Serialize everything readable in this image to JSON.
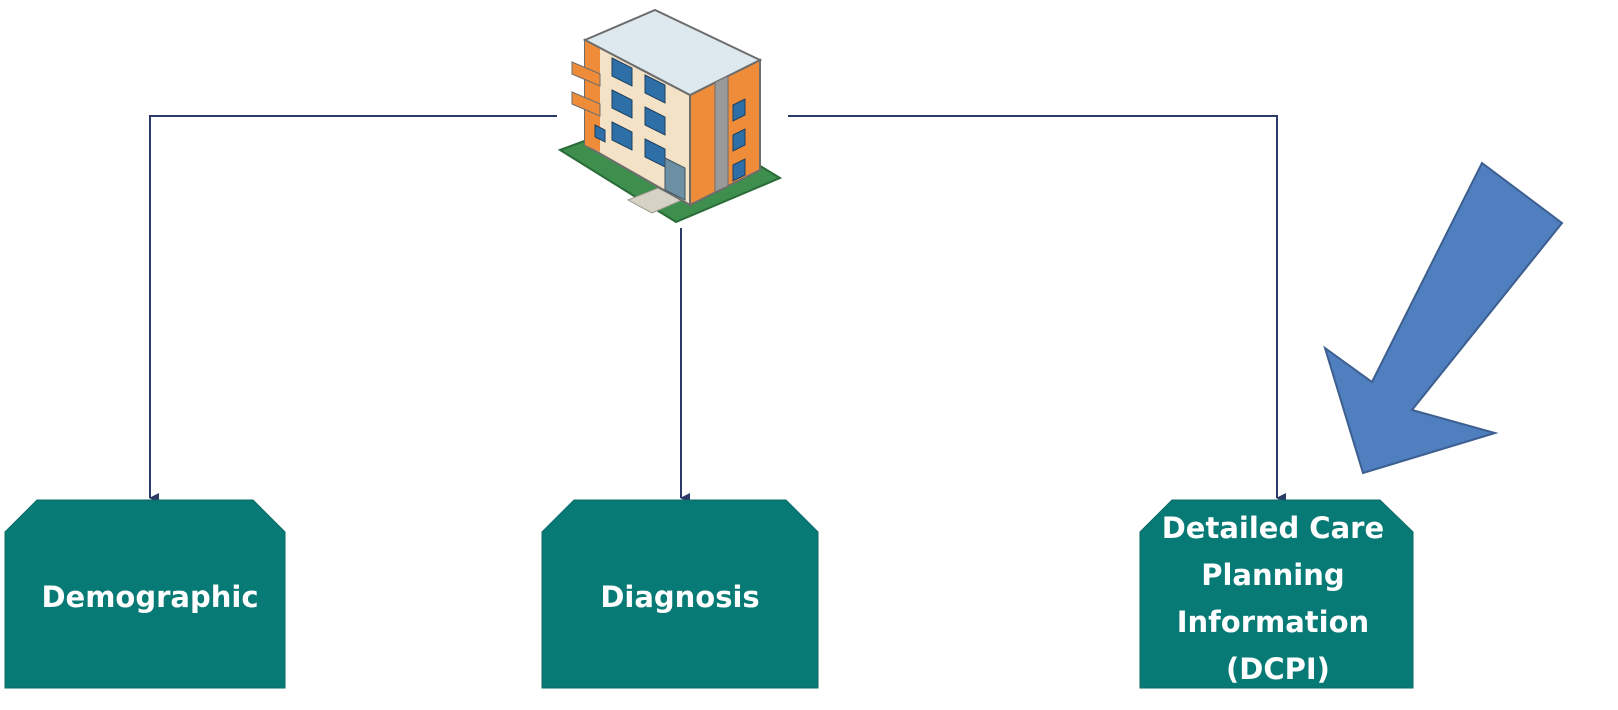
{
  "diagram": {
    "root": {
      "icon": "apartment-building-icon"
    },
    "nodes": [
      {
        "id": "demographic",
        "lines": [
          "Demographic"
        ]
      },
      {
        "id": "diagnosis",
        "lines": [
          "Diagnosis"
        ]
      },
      {
        "id": "dcpi",
        "lines": [
          "Detailed Care",
          "Planning",
          "Information",
          "(DCPI)"
        ]
      }
    ],
    "highlight": {
      "icon": "arrow-down-left-icon",
      "points_to": "dcpi"
    }
  },
  "colors": {
    "node_fill": "#087a75",
    "node_text": "#ffffff",
    "connector": "#2b3a67",
    "highlight_arrow_fill": "#4f7fbf",
    "highlight_arrow_stroke": "#3c5f8f",
    "building_orange": "#ef8c3a",
    "building_wall": "#f3e2c6",
    "building_roof": "#dde9ef",
    "building_window": "#2d6fa6",
    "building_grass": "#3e8f4e"
  }
}
